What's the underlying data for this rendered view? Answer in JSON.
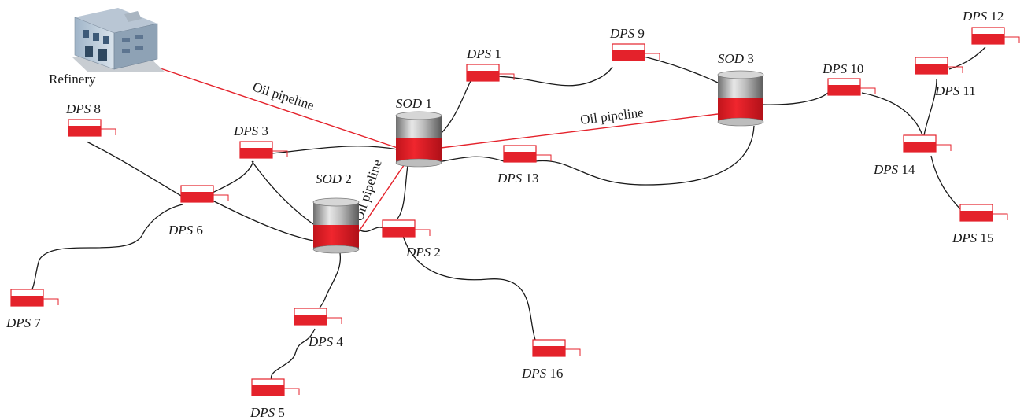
{
  "refinery": {
    "label": "Refinery"
  },
  "pipeline_label": "Oil pipeline",
  "colors": {
    "tank_red": "#e4222b",
    "pipe_red": "#e4222b",
    "road": "#1a1a1a",
    "sod_metal": "#9a9a9a"
  },
  "sods": [
    {
      "id": "sod1",
      "prefix": "SOD",
      "num": "1"
    },
    {
      "id": "sod2",
      "prefix": "SOD",
      "num": "2"
    },
    {
      "id": "sod3",
      "prefix": "SOD",
      "num": "3"
    }
  ],
  "dps": [
    {
      "id": "dps1",
      "prefix": "DPS",
      "num": "1"
    },
    {
      "id": "dps2",
      "prefix": "DPS",
      "num": "2"
    },
    {
      "id": "dps3",
      "prefix": "DPS",
      "num": "3"
    },
    {
      "id": "dps4",
      "prefix": "DPS",
      "num": "4"
    },
    {
      "id": "dps5",
      "prefix": "DPS",
      "num": "5"
    },
    {
      "id": "dps6",
      "prefix": "DPS",
      "num": "6"
    },
    {
      "id": "dps7",
      "prefix": "DPS",
      "num": "7"
    },
    {
      "id": "dps8",
      "prefix": "DPS",
      "num": "8"
    },
    {
      "id": "dps9",
      "prefix": "DPS",
      "num": "9"
    },
    {
      "id": "dps10",
      "prefix": "DPS",
      "num": "10"
    },
    {
      "id": "dps11",
      "prefix": "DPS",
      "num": "11"
    },
    {
      "id": "dps12",
      "prefix": "DPS",
      "num": "12"
    },
    {
      "id": "dps13",
      "prefix": "DPS",
      "num": "13"
    },
    {
      "id": "dps14",
      "prefix": "DPS",
      "num": "14"
    },
    {
      "id": "dps15",
      "prefix": "DPS",
      "num": "15"
    },
    {
      "id": "dps16",
      "prefix": "DPS",
      "num": "16"
    }
  ]
}
